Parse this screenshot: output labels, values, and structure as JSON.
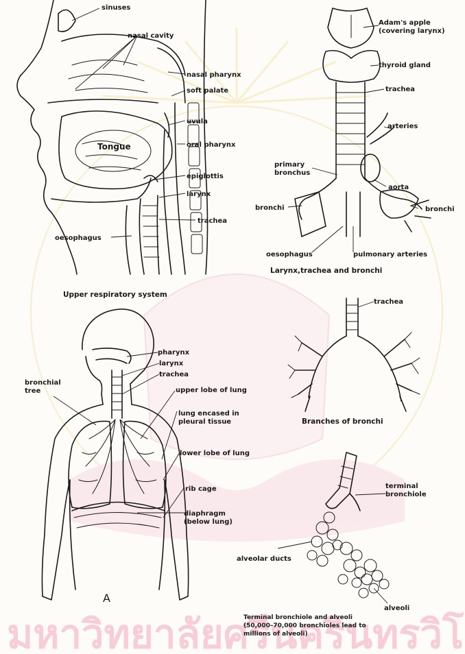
{
  "upper_respiratory": {
    "caption": "Upper respiratory system",
    "labels": {
      "sinuses": "sinuses",
      "nasal_cavity": "nasal cavity",
      "nasal_pharynx": "nasal pharynx",
      "soft_palate": "soft palate",
      "uvula": "uvula",
      "tongue": "Tongue",
      "oral_pharynx": "oral pharynx",
      "epiglottis": "epiglottis",
      "larynx": "larynx",
      "trachea": "trachea",
      "oesophagus": "oesophagus"
    }
  },
  "larynx_trachea_bronchi": {
    "caption": "Larynx,trachea and bronchi",
    "labels": {
      "adams_apple_1": "Adam's apple",
      "adams_apple_2": "(covering larynx)",
      "thyroid_gland": "thyroid gland",
      "trachea": "trachea",
      "arteries": "arteries",
      "primary_bronchus_1": "primary",
      "primary_bronchus_2": "bronchus",
      "aorta": "aorta",
      "bronchi_left": "bronchi",
      "bronchi_right": "bronchi",
      "oesophagus": "oesophagus",
      "pulmonary_arteries": "pulmonary arteries"
    }
  },
  "torso": {
    "labels": {
      "pharynx": "pharynx",
      "larynx": "larynx",
      "trachea": "trachea",
      "bronchial_tree_1": "bronchial",
      "bronchial_tree_2": "tree",
      "upper_lobe": "upper lobe of lung",
      "lung_encased_1": "lung encased in",
      "lung_encased_2": "pleural tissue",
      "lower_lobe": "lower lobe of lung",
      "rib_cage": "rib cage",
      "diaphragm_1": "diaphragm",
      "diaphragm_2": "(below lung)"
    },
    "figure_letter": "A"
  },
  "bronchi_branches": {
    "caption": "Branches of bronchi",
    "labels": {
      "trachea": "trachea"
    }
  },
  "alveoli": {
    "labels": {
      "terminal_bronchiole_1": "terminal",
      "terminal_bronchiole_2": "bronchiole",
      "alveolar_ducts": "alveolar ducts",
      "alveoli": "alveoli"
    },
    "caption_lines": [
      "Terminal bronchiole and alveoli",
      "(50,000–70,000 bronchioles lead to",
      "millions of alveoli)"
    ]
  },
  "watermark": {
    "text": "มหาวิทยาลัยศรีนครินทรวิโรฒ",
    "color": "#f2a7bf"
  }
}
